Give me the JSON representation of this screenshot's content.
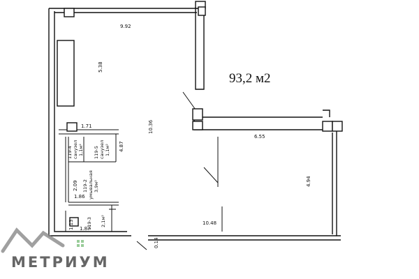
{
  "plan": {
    "total_area": "93,2 м2",
    "dimensions": {
      "top_width": "9.92",
      "left_wall": "5.38",
      "center_depth": "10.36",
      "corridor": "1.71",
      "bath_height": "4.87",
      "right_room_width": "6.55",
      "right_room_depth": "4.94",
      "left_height": "2.09",
      "bath_width": "1.86",
      "small_height": "1.13",
      "small_width": "1.87",
      "bottom_width": "10.48",
      "step": "0.14"
    },
    "rooms": [
      {
        "number": "119-4",
        "name": "санузел",
        "area": "1,1м²"
      },
      {
        "number": "119-5",
        "name": "санузел",
        "area": "1,1м²"
      },
      {
        "number": "119-2",
        "name": "умывальная",
        "area": "3,9м²"
      },
      {
        "number": "119-3",
        "area": "2,1м²"
      }
    ]
  },
  "brand": {
    "name": "МЕТРИУМ"
  },
  "colors": {
    "wall": "#111111",
    "logo": "#888888"
  }
}
